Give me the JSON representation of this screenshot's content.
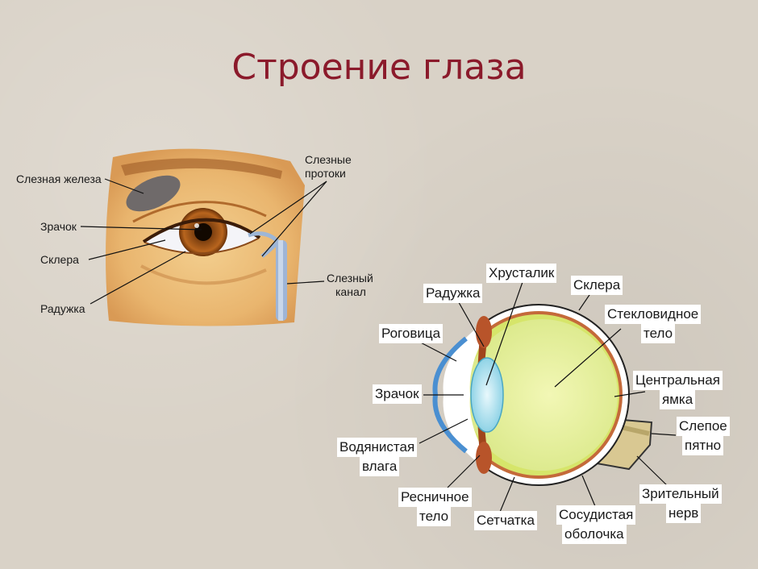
{
  "title": "Строение глаза",
  "external": {
    "lacrimal_gland": "Слезная железа",
    "pupil": "Зрачок",
    "sclera": "Склера",
    "iris": "Радужка",
    "lacrimal_ducts_1": "Слезные",
    "lacrimal_ducts_2": "протоки",
    "lacrimal_canal_1": "Слезный",
    "lacrimal_canal_2": "канал"
  },
  "section": {
    "lens": "Хрусталик",
    "iris": "Радужка",
    "sclera": "Склера",
    "vitreous_1": "Стекловидное",
    "vitreous_2": "тело",
    "cornea": "Роговица",
    "pupil": "Зрачок",
    "fovea_1": "Центральная",
    "fovea_2": "ямка",
    "blind_spot_1": "Слепое",
    "blind_spot_2": "пятно",
    "aqueous_1": "Водянистая",
    "aqueous_2": "влага",
    "ciliary_1": "Ресничное",
    "ciliary_2": "тело",
    "retina": "Сетчатка",
    "choroid_1": "Сосудистая",
    "choroid_2": "оболочка",
    "optic_nerve_1": "Зрительный",
    "optic_nerve_2": "нерв"
  }
}
